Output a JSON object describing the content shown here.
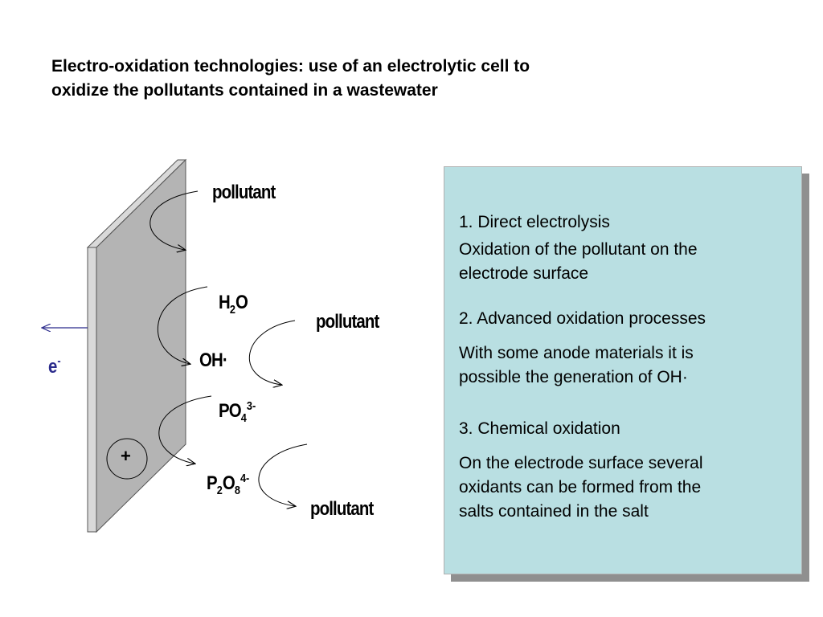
{
  "title": {
    "line1": "Electro-oxidation technologies: use of an electrolytic cell to",
    "line2": "oxidize the pollutants contained in a wastewater"
  },
  "diagram": {
    "pollutant_top": "pollutant",
    "h2o": {
      "main": "H",
      "sub": "2",
      "tail": "O"
    },
    "oh": "OH·",
    "pollutant_mid": "pollutant",
    "po4": {
      "main": "PO",
      "sub": "4",
      "sup": "3-"
    },
    "p2o8": {
      "p": "P",
      "sub1": "2",
      "o": "O",
      "sub2": "8",
      "sup": "4-"
    },
    "pollutant_bottom": "pollutant",
    "electron": {
      "main": "e",
      "sup": "-"
    },
    "anode_sign": "+"
  },
  "panel": {
    "item1_heading": "1. Direct electrolysis",
    "item1_line1": "Oxidation of the pollutant  on the",
    "item1_line2": "electrode surface",
    "item2_heading": "2. Advanced oxidation processes",
    "item2_line1": "With some anode materials it is",
    "item2_line2": "possible the generation of OH·",
    "item3_heading": "3. Chemical oxidation",
    "item3_line1": "On the electrode surface several",
    "item3_line2": "oxidants can be formed from the",
    "item3_line3": "salts contained in the salt"
  },
  "colors": {
    "electrode_face": "#b4b4b4",
    "electrode_edge": "#d9d9d9",
    "panel_bg": "#b9dfe2",
    "panel_shadow": "#8f8f8f",
    "electron_arrow": "#2b2b8c"
  }
}
